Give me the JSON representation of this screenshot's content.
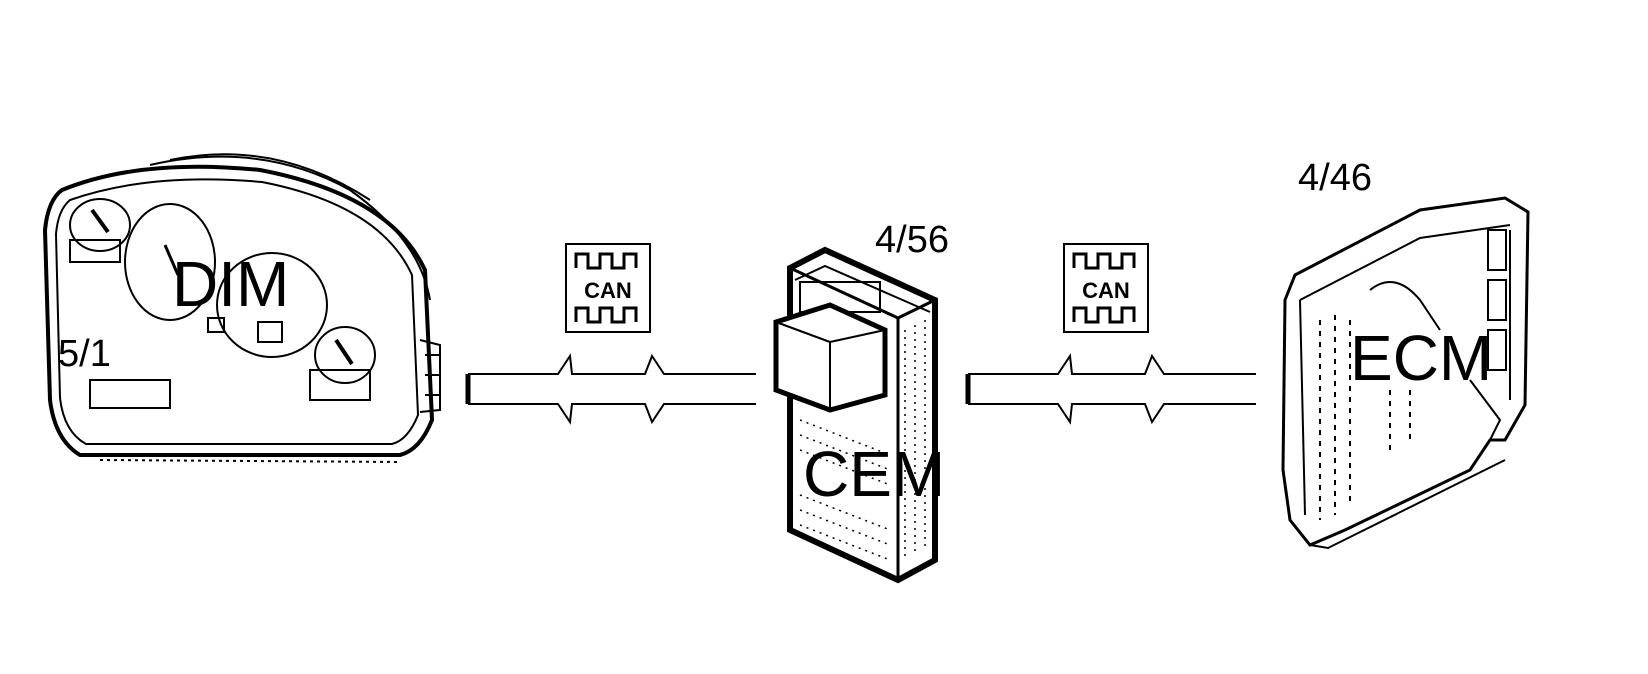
{
  "modules": {
    "dim": {
      "name": "DIM",
      "ref": "5/1"
    },
    "cem": {
      "name": "CEM",
      "ref": "4/56"
    },
    "ecm": {
      "name": "ECM",
      "ref": "4/46"
    }
  },
  "bus_links": [
    {
      "from": "DIM",
      "to": "CEM",
      "icon_label": "CAN"
    },
    {
      "from": "CEM",
      "to": "ECM",
      "icon_label": "CAN"
    }
  ],
  "icons": {
    "bus_icon": "can-bus-icon"
  },
  "colors": {
    "line": "#000000",
    "background": "#ffffff"
  }
}
